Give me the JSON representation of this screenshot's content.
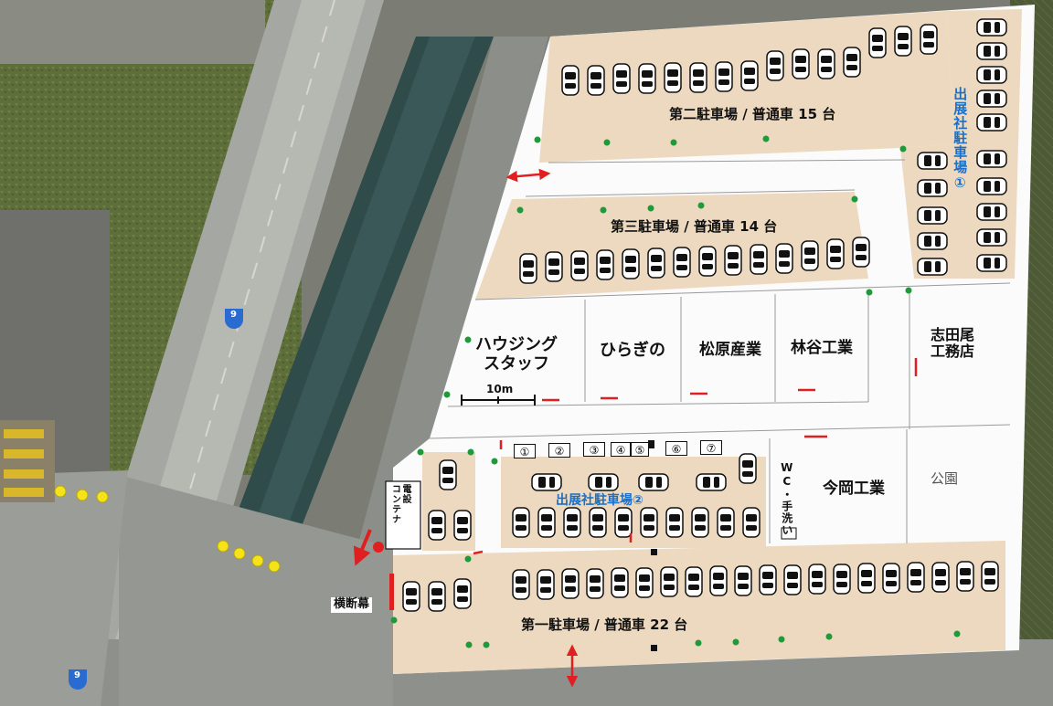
{
  "labels": {
    "lot2": "第二駐車場 / 普通車 15 台",
    "lot3": "第三駐車場 / 普通車 14 台",
    "lot1": "第一駐車場 / 普通車 22 台",
    "exhibitor1": "出展社駐車場①",
    "exhibitor2": "出展社駐車場②",
    "housing": "ハウジング\nスタッフ",
    "hiragino": "ひらぎの",
    "matsubara": "松原産業",
    "hayashiya": "林谷工業",
    "shidao": "志田尾\n工務店",
    "imaoka": "今岡工業",
    "park": "公園",
    "wc": "WC・手洗い",
    "container": "電設\nコンテナ",
    "banner": "横断幕",
    "scale": "10m",
    "route_badge": "9"
  },
  "slots": [
    "①",
    "②",
    "③",
    "④",
    "⑤",
    "⑥",
    "⑦"
  ],
  "colors": {
    "parking": "#ecd9bf",
    "exhibit_dot": "#1f9a3a",
    "arrow": "#e02020",
    "route_badge": "#2a6bd1",
    "cone": "#f5e31a"
  }
}
